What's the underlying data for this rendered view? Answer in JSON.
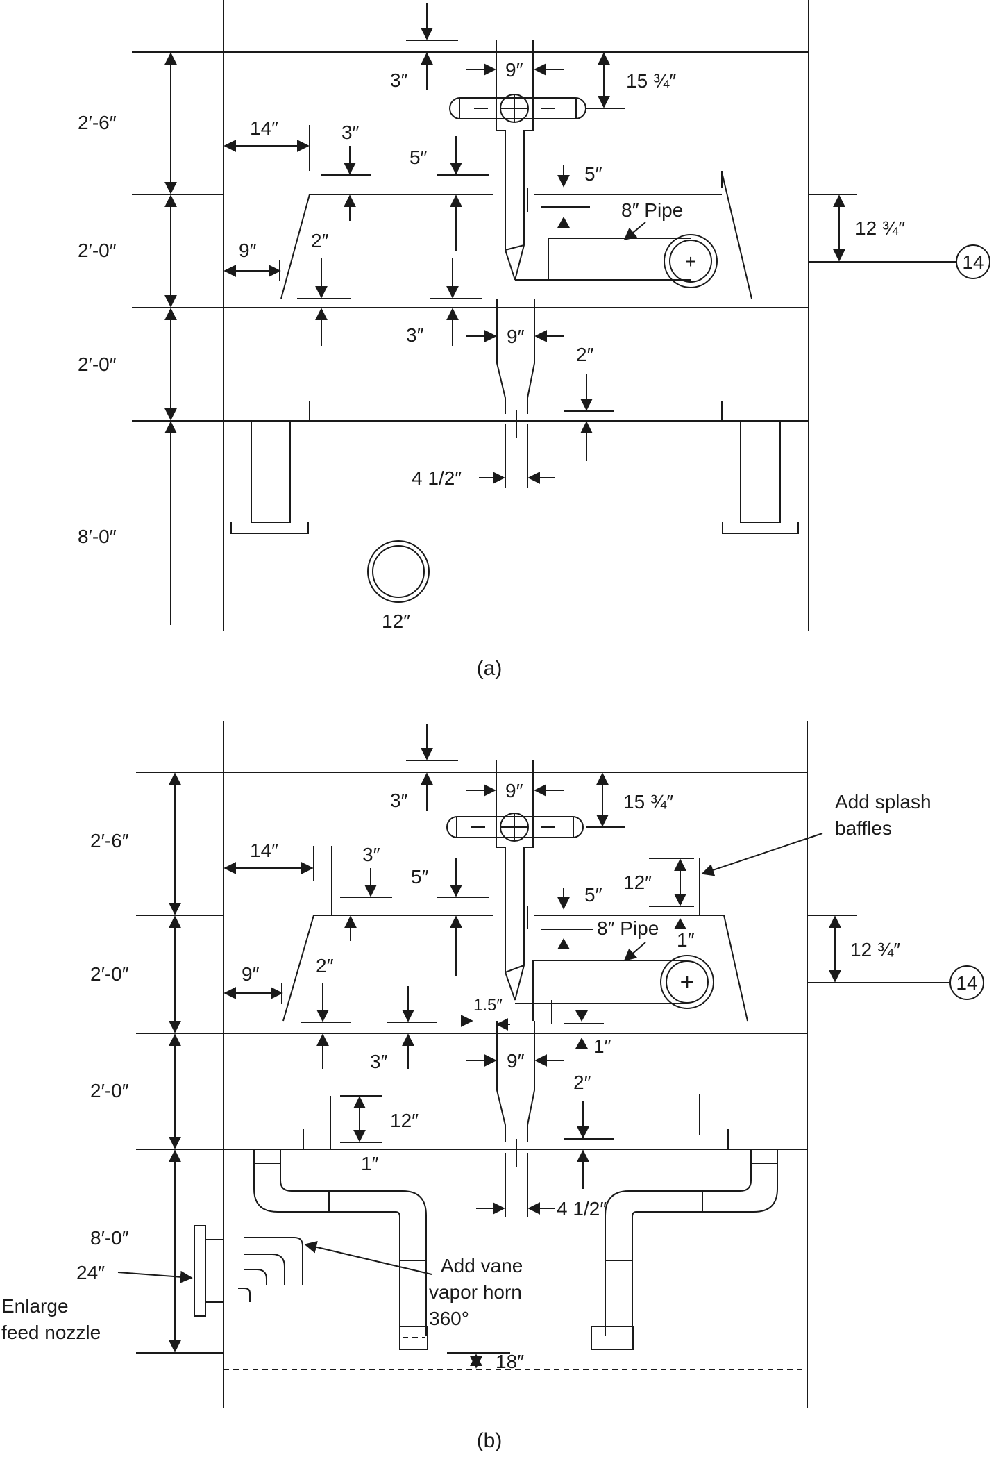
{
  "figure_a": {
    "caption": "(a)",
    "tray_spacing_top": "2′-6″",
    "tray_spacing_upper": "2′-0″",
    "tray_spacing_lower": "2′-0″",
    "bottom_section": "8′-0″",
    "weir_offset": "14″",
    "downcomer_clearance_9": "9″",
    "weir_height_3_top": "3″",
    "downcomer_gap_3_top": "3″",
    "downcomer_width_top": "9″",
    "pipe_rise": "15 ¾″",
    "gap_5_left": "5″",
    "gap_5_right": "5″",
    "pipe_label": "8″ Pipe",
    "nozzle_elev": "12 ¾″",
    "tray_number": "14",
    "seal_2_left": "2″",
    "gap_3_lower": "3″",
    "downcomer_width_lower": "9″",
    "seal_2_right": "2″",
    "slot_width": "4 1/2″",
    "feed_nozzle": "12″"
  },
  "figure_b": {
    "caption": "(b)",
    "tray_spacing_top": "2′-6″",
    "tray_spacing_upper": "2′-0″",
    "tray_spacing_lower": "2′-0″",
    "bottom_section": "8′-0″",
    "weir_offset": "14″",
    "downcomer_clearance_9": "9″",
    "weir_height_3_top": "3″",
    "downcomer_gap_3_top": "3″",
    "downcomer_width_top": "9″",
    "pipe_rise": "15 ¾″",
    "gap_5_left": "5″",
    "gap_5_right": "5″",
    "baffle_height": "12″",
    "baffle_note": [
      "Add splash",
      "baffles"
    ],
    "pipe_label": "8″ Pipe",
    "baffle_gap": "1″",
    "nozzle_elev": "12 ¾″",
    "tray_number": "14",
    "seal_2_left": "2″",
    "clearance_15": "1.5″",
    "gap_1_right": "1″",
    "gap_3_lower": "3″",
    "downcomer_width_lower": "9″",
    "seal_2_right": "2″",
    "lower_baffle_height": "12″",
    "lower_baffle_gap": "1″",
    "slot_width": "4 1/2″",
    "feed_nozzle_size": "24″",
    "feed_nozzle_note": [
      "Enlarge",
      "feed nozzle"
    ],
    "vapor_horn_note": [
      "Add vane",
      "vapor horn",
      "360°"
    ],
    "bottom_clearance": "18″"
  }
}
